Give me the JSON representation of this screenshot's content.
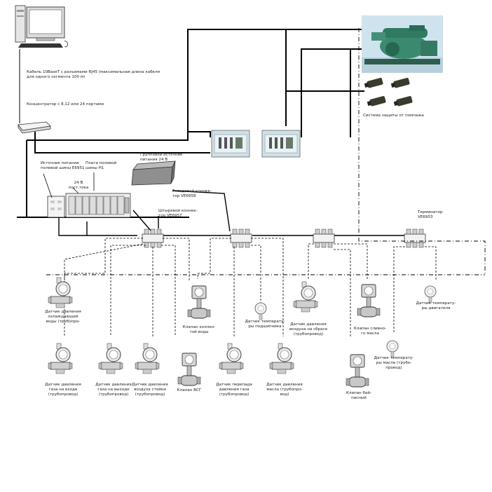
{
  "cable_label": "Кабель 10BaseT с разъемами RJ45 (максимальная длина кабеля\nдля одного сегмента 100 м)",
  "hub_label": "Концентратор с 8,12 или 24 портами",
  "power_supply_label": "Источник питания\nполевой шины E6951",
  "fieldbus_board_label": "Плата полевой\nшины H1",
  "dc24_label": "24 В\nпост.тока",
  "group_power_label": "Групповой источник\nпитания 24 В",
  "female_connector_label": "Гнездовой коннек-\nтор VE6958",
  "male_connector_label": "Штыревой коннек-\nтор VE6957",
  "terminator_label": "Терминатор\nVE6953",
  "protection_label": "Система защиты от помпажа",
  "devices": [
    {
      "label": "Датчик давления\nохлаждающей\nводы (трубопро-"
    },
    {
      "label": "Клапан холлен-\nтой воды"
    },
    {
      "label": "Датчик температу-\nры подшипника"
    },
    {
      "label": "Датчик давления\nвоздуха на сбрасе\n(трубопровод)"
    },
    {
      "label": "Клапан сливно-\nго масла"
    },
    {
      "label": "Датчик температу-\nры двигателя"
    },
    {
      "label": "Датчик температу-\nры масла (трубо-\nпровод)"
    },
    {
      "label": "Датчик давления\nгаза на входе\n(трубопровод)"
    },
    {
      "label": "Датчик давления\nгаза на выходе\n(трубопровод)"
    },
    {
      "label": "Датчик давления\nвоздуха стойки\n(трубопровод)"
    },
    {
      "label": "Клапан ВСГ"
    },
    {
      "label": "Датчик перепада\nдавления газа\n(трубопровод)"
    },
    {
      "label": "Датчик давления\nмасла (трубопро-\nвод)"
    },
    {
      "label": "Клапан бай-\nпасный"
    }
  ]
}
